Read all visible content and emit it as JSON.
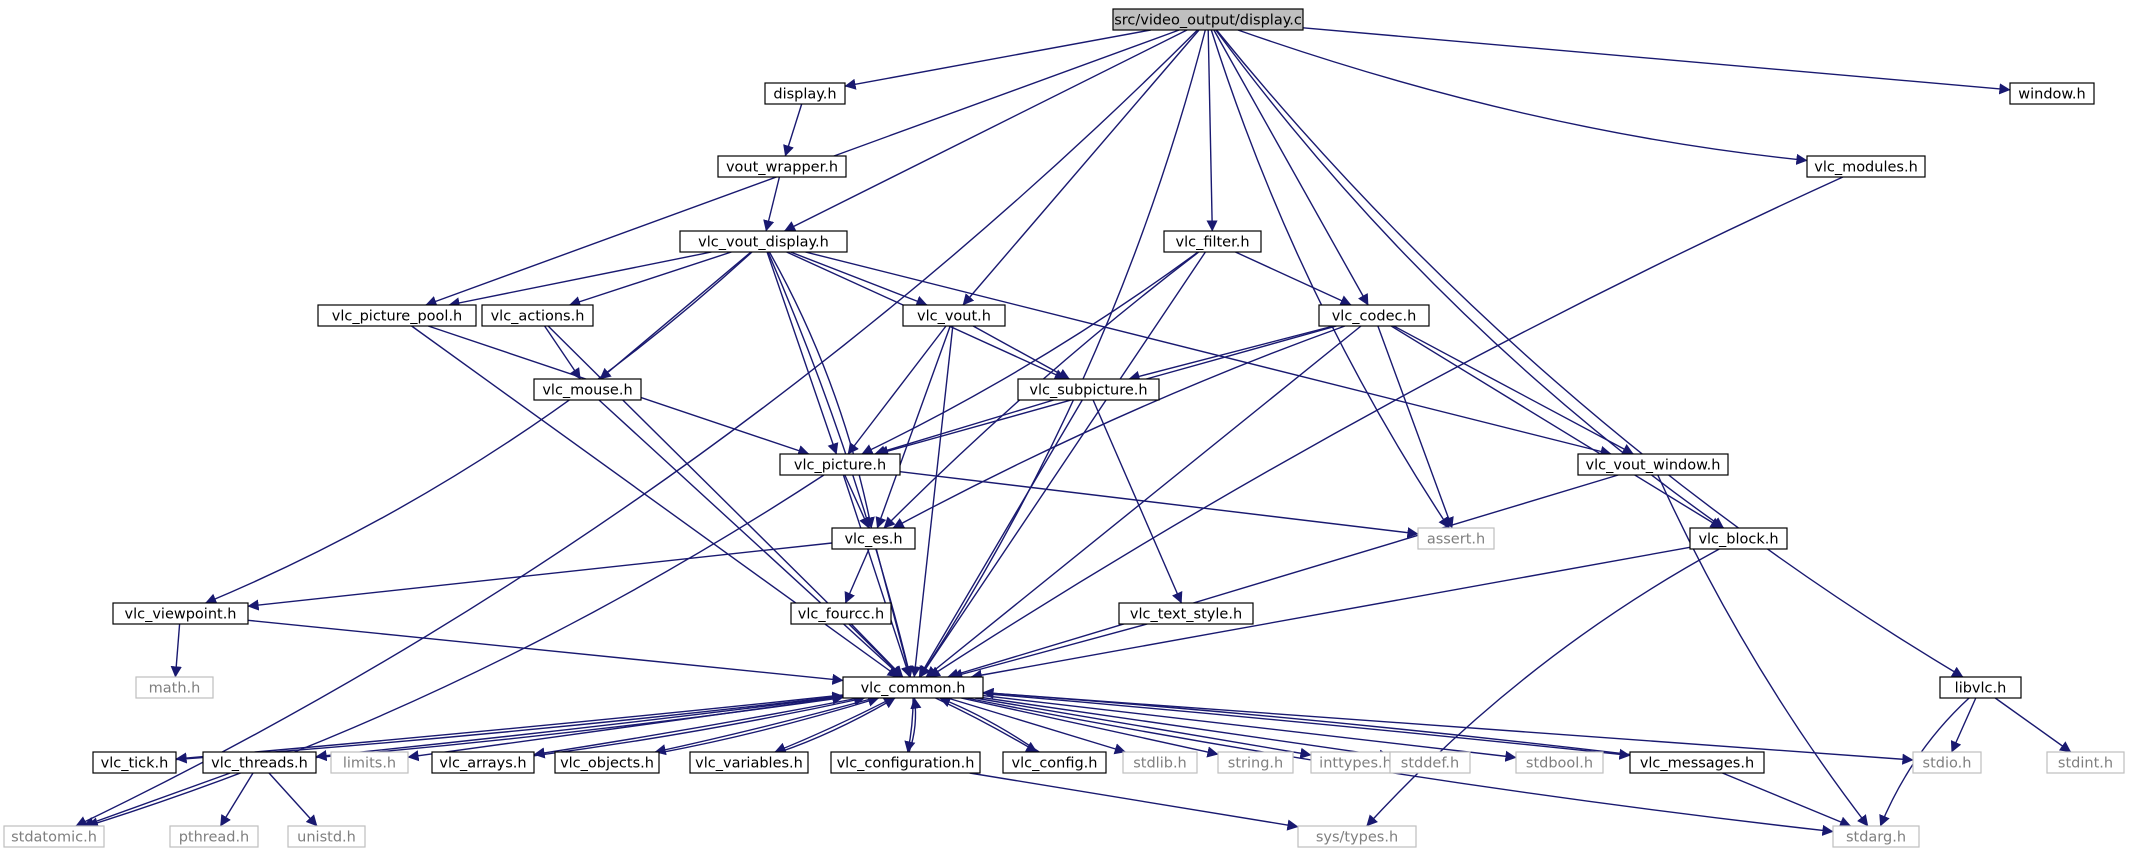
{
  "graph": {
    "colors": {
      "edge": "#191970",
      "arrow": "#191970",
      "node_border": "#000000",
      "node_fill": "#ffffff",
      "root_fill": "#bfbfbf",
      "external_border": "#bfbfbf",
      "external_text": "#7f7f7f",
      "text": "#000000"
    },
    "nodes": [
      {
        "id": "root",
        "label": "src/video_output/display.c",
        "kind": "root"
      },
      {
        "id": "window",
        "label": "window.h",
        "kind": "header"
      },
      {
        "id": "display_h",
        "label": "display.h",
        "kind": "header"
      },
      {
        "id": "vout_wrapper",
        "label": "vout_wrapper.h",
        "kind": "header"
      },
      {
        "id": "vlc_modules",
        "label": "vlc_modules.h",
        "kind": "header"
      },
      {
        "id": "vlc_vout_display",
        "label": "vlc_vout_display.h",
        "kind": "header"
      },
      {
        "id": "vlc_filter",
        "label": "vlc_filter.h",
        "kind": "header"
      },
      {
        "id": "vlc_picture_pool",
        "label": "vlc_picture_pool.h",
        "kind": "header"
      },
      {
        "id": "vlc_actions",
        "label": "vlc_actions.h",
        "kind": "header"
      },
      {
        "id": "vlc_vout",
        "label": "vlc_vout.h",
        "kind": "header"
      },
      {
        "id": "vlc_codec",
        "label": "vlc_codec.h",
        "kind": "header"
      },
      {
        "id": "vlc_mouse",
        "label": "vlc_mouse.h",
        "kind": "header"
      },
      {
        "id": "vlc_subpicture",
        "label": "vlc_subpicture.h",
        "kind": "header"
      },
      {
        "id": "vlc_picture",
        "label": "vlc_picture.h",
        "kind": "header"
      },
      {
        "id": "vlc_vout_window",
        "label": "vlc_vout_window.h",
        "kind": "header"
      },
      {
        "id": "vlc_es",
        "label": "vlc_es.h",
        "kind": "header"
      },
      {
        "id": "assert",
        "label": "assert.h",
        "kind": "external"
      },
      {
        "id": "vlc_block",
        "label": "vlc_block.h",
        "kind": "header"
      },
      {
        "id": "vlc_viewpoint",
        "label": "vlc_viewpoint.h",
        "kind": "header"
      },
      {
        "id": "vlc_fourcc",
        "label": "vlc_fourcc.h",
        "kind": "header"
      },
      {
        "id": "vlc_text_style",
        "label": "vlc_text_style.h",
        "kind": "header"
      },
      {
        "id": "math",
        "label": "math.h",
        "kind": "external"
      },
      {
        "id": "vlc_common",
        "label": "vlc_common.h",
        "kind": "header"
      },
      {
        "id": "libvlc",
        "label": "libvlc.h",
        "kind": "header"
      },
      {
        "id": "vlc_tick",
        "label": "vlc_tick.h",
        "kind": "header"
      },
      {
        "id": "vlc_threads",
        "label": "vlc_threads.h",
        "kind": "header"
      },
      {
        "id": "limits",
        "label": "limits.h",
        "kind": "external"
      },
      {
        "id": "vlc_arrays",
        "label": "vlc_arrays.h",
        "kind": "header"
      },
      {
        "id": "vlc_objects",
        "label": "vlc_objects.h",
        "kind": "header"
      },
      {
        "id": "vlc_variables",
        "label": "vlc_variables.h",
        "kind": "header"
      },
      {
        "id": "vlc_configuration",
        "label": "vlc_configuration.h",
        "kind": "header"
      },
      {
        "id": "vlc_config",
        "label": "vlc_config.h",
        "kind": "header"
      },
      {
        "id": "stdlib",
        "label": "stdlib.h",
        "kind": "external"
      },
      {
        "id": "string",
        "label": "string.h",
        "kind": "external"
      },
      {
        "id": "inttypes",
        "label": "inttypes.h",
        "kind": "external"
      },
      {
        "id": "stddef",
        "label": "stddef.h",
        "kind": "external"
      },
      {
        "id": "stdbool",
        "label": "stdbool.h",
        "kind": "external"
      },
      {
        "id": "vlc_messages",
        "label": "vlc_messages.h",
        "kind": "header"
      },
      {
        "id": "stdio",
        "label": "stdio.h",
        "kind": "external"
      },
      {
        "id": "stdint",
        "label": "stdint.h",
        "kind": "external"
      },
      {
        "id": "stdatomic",
        "label": "stdatomic.h",
        "kind": "external"
      },
      {
        "id": "pthread",
        "label": "pthread.h",
        "kind": "external"
      },
      {
        "id": "unistd",
        "label": "unistd.h",
        "kind": "external"
      },
      {
        "id": "sys_types",
        "label": "sys/types.h",
        "kind": "external"
      },
      {
        "id": "stdarg",
        "label": "stdarg.h",
        "kind": "external"
      }
    ],
    "edges": [
      [
        "root",
        "window"
      ],
      [
        "root",
        "display_h"
      ],
      [
        "root",
        "vlc_modules"
      ],
      [
        "root",
        "vlc_vout_display"
      ],
      [
        "root",
        "vlc_filter"
      ],
      [
        "root",
        "vlc_picture_pool"
      ],
      [
        "root",
        "vlc_vout"
      ],
      [
        "root",
        "vlc_codec"
      ],
      [
        "root",
        "assert"
      ],
      [
        "root",
        "vlc_block"
      ],
      [
        "root",
        "vlc_common"
      ],
      [
        "root",
        "libvlc"
      ],
      [
        "root",
        "stdatomic"
      ],
      [
        "display_h",
        "vout_wrapper"
      ],
      [
        "vout_wrapper",
        "vlc_vout_display"
      ],
      [
        "vlc_modules",
        "vlc_common"
      ],
      [
        "vlc_vout_display",
        "vlc_picture_pool"
      ],
      [
        "vlc_vout_display",
        "vlc_actions"
      ],
      [
        "vlc_vout_display",
        "vlc_vout"
      ],
      [
        "vlc_vout_display",
        "vlc_mouse"
      ],
      [
        "vlc_vout_display",
        "vlc_subpicture"
      ],
      [
        "vlc_vout_display",
        "vlc_picture"
      ],
      [
        "vlc_vout_display",
        "vlc_vout_window"
      ],
      [
        "vlc_vout_display",
        "vlc_es"
      ],
      [
        "vlc_vout_display",
        "vlc_viewpoint"
      ],
      [
        "vlc_vout_display",
        "vlc_common"
      ],
      [
        "vlc_filter",
        "vlc_codec"
      ],
      [
        "vlc_filter",
        "vlc_picture"
      ],
      [
        "vlc_filter",
        "vlc_es"
      ],
      [
        "vlc_filter",
        "vlc_common"
      ],
      [
        "vlc_picture_pool",
        "vlc_picture"
      ],
      [
        "vlc_picture_pool",
        "vlc_common"
      ],
      [
        "vlc_actions",
        "vlc_mouse"
      ],
      [
        "vlc_actions",
        "vlc_common"
      ],
      [
        "vlc_vout",
        "vlc_subpicture"
      ],
      [
        "vlc_vout",
        "vlc_picture"
      ],
      [
        "vlc_vout",
        "vlc_es"
      ],
      [
        "vlc_vout",
        "vlc_common"
      ],
      [
        "vlc_codec",
        "vlc_subpicture"
      ],
      [
        "vlc_codec",
        "vlc_picture"
      ],
      [
        "vlc_codec",
        "vlc_vout_window"
      ],
      [
        "vlc_codec",
        "vlc_es"
      ],
      [
        "vlc_codec",
        "assert"
      ],
      [
        "vlc_codec",
        "vlc_block"
      ],
      [
        "vlc_codec",
        "vlc_common"
      ],
      [
        "vlc_mouse",
        "vlc_common"
      ],
      [
        "vlc_subpicture",
        "vlc_picture"
      ],
      [
        "vlc_subpicture",
        "vlc_text_style"
      ],
      [
        "vlc_subpicture",
        "vlc_common"
      ],
      [
        "vlc_picture",
        "vlc_es"
      ],
      [
        "vlc_picture",
        "assert"
      ],
      [
        "vlc_picture",
        "stdatomic"
      ],
      [
        "vlc_picture",
        "vlc_common"
      ],
      [
        "vlc_vout_window",
        "vlc_common"
      ],
      [
        "vlc_vout_window",
        "stdarg"
      ],
      [
        "vlc_es",
        "vlc_viewpoint"
      ],
      [
        "vlc_es",
        "vlc_fourcc"
      ],
      [
        "vlc_es",
        "vlc_common"
      ],
      [
        "vlc_block",
        "vlc_common"
      ],
      [
        "vlc_block",
        "sys_types"
      ],
      [
        "vlc_viewpoint",
        "math"
      ],
      [
        "vlc_viewpoint",
        "vlc_common"
      ],
      [
        "vlc_fourcc",
        "vlc_common"
      ],
      [
        "vlc_text_style",
        "vlc_common"
      ],
      [
        "libvlc",
        "stdio"
      ],
      [
        "libvlc",
        "stdint"
      ],
      [
        "libvlc",
        "stdarg"
      ],
      [
        "vlc_common",
        "vlc_tick"
      ],
      [
        "vlc_common",
        "vlc_threads"
      ],
      [
        "vlc_common",
        "limits"
      ],
      [
        "vlc_common",
        "vlc_arrays"
      ],
      [
        "vlc_common",
        "vlc_objects"
      ],
      [
        "vlc_common",
        "vlc_variables"
      ],
      [
        "vlc_common",
        "vlc_configuration"
      ],
      [
        "vlc_common",
        "vlc_config"
      ],
      [
        "vlc_common",
        "stdlib"
      ],
      [
        "vlc_common",
        "string"
      ],
      [
        "vlc_common",
        "inttypes"
      ],
      [
        "vlc_common",
        "stddef"
      ],
      [
        "vlc_common",
        "stdbool"
      ],
      [
        "vlc_common",
        "vlc_messages"
      ],
      [
        "vlc_common",
        "stdio"
      ],
      [
        "vlc_common",
        "stdarg"
      ],
      [
        "vlc_tick",
        "vlc_common"
      ],
      [
        "vlc_threads",
        "vlc_common"
      ],
      [
        "vlc_arrays",
        "vlc_common"
      ],
      [
        "vlc_objects",
        "vlc_common"
      ],
      [
        "vlc_variables",
        "vlc_common"
      ],
      [
        "vlc_configuration",
        "vlc_common"
      ],
      [
        "vlc_config",
        "vlc_common"
      ],
      [
        "vlc_messages",
        "vlc_common"
      ],
      [
        "vlc_threads",
        "stdatomic"
      ],
      [
        "vlc_threads",
        "pthread"
      ],
      [
        "vlc_threads",
        "unistd"
      ],
      [
        "vlc_configuration",
        "sys_types"
      ],
      [
        "vlc_messages",
        "stdarg"
      ]
    ]
  }
}
